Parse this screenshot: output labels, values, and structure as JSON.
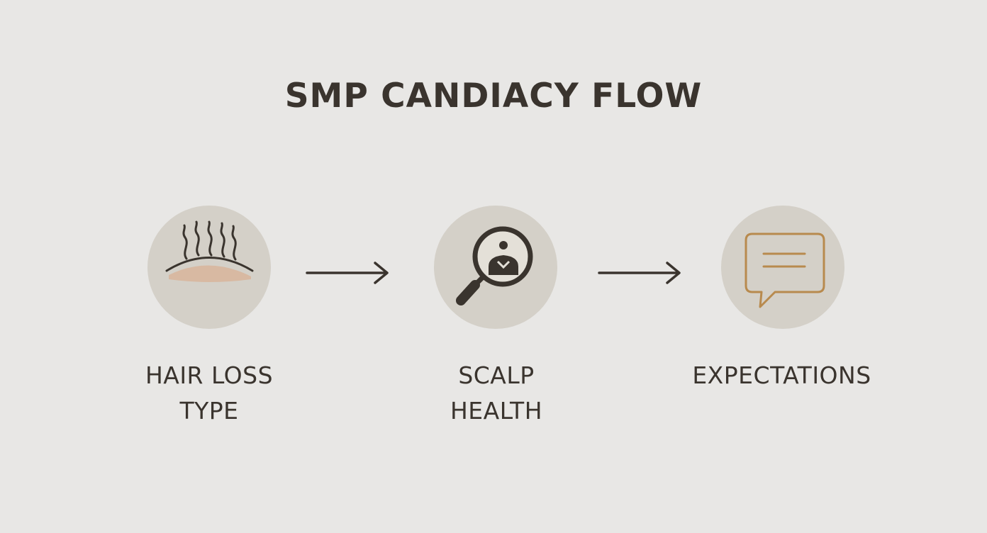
{
  "title": "SMP CANDIACY FLOW",
  "steps": [
    {
      "icon": "scalp-hair-icon",
      "label_lines": [
        "HAIR LOSS",
        "TYPE"
      ]
    },
    {
      "icon": "magnifier-person-icon",
      "label_lines": [
        "SCALP",
        "HEALTH"
      ]
    },
    {
      "icon": "speech-bubble-icon",
      "label_lines": [
        "EXPECTATIONS"
      ]
    }
  ],
  "colors": {
    "background": "#e8e7e5",
    "circle": "#d4d0c8",
    "ink": "#3a342e",
    "skin": "#d8b9a2",
    "accent": "#b88a4e"
  }
}
